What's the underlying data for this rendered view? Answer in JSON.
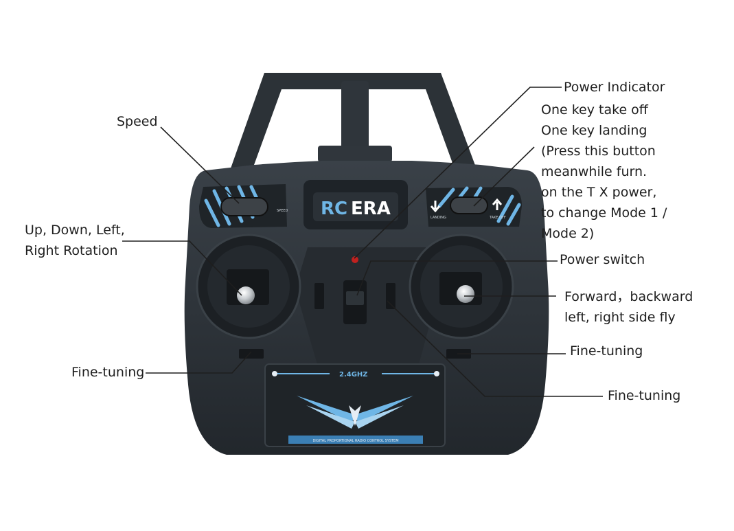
{
  "brand": {
    "logo_left": "RC",
    "logo_right": "ERA",
    "band": "2.4GHZ",
    "panel_text": "DIGITAL PROPORTIONAL RADIO CONTROL SYSTEM",
    "speed_tag": "SPEED",
    "landing_tag": "LANDING",
    "takeoff_tag": "TAKE OFF"
  },
  "labels": {
    "speed": "Speed",
    "power_indicator": "Power Indicator",
    "one_key": {
      "line1": "One key take off",
      "line2": "One key landing",
      "line3": "(Press this button",
      "line4": "meanwhile furn.",
      "line5": "on the T X power,",
      "line6": "to change Mode 1 /",
      "line7": "Mode 2)"
    },
    "rotation": {
      "line1": "Up, Down, Left,",
      "line2": "Right Rotation"
    },
    "power_switch": "Power switch",
    "forward": {
      "line1": "Forward，backward",
      "line2": "left, right side fly"
    },
    "fine_tuning_left": "Fine-tuning",
    "fine_tuning_right_upper": "Fine-tuning",
    "fine_tuning_right_lower": "Fine-tuning"
  },
  "colors": {
    "body": "#2a3036",
    "accent_blue": "#6fb6e6",
    "line": "#1e1e1e"
  }
}
